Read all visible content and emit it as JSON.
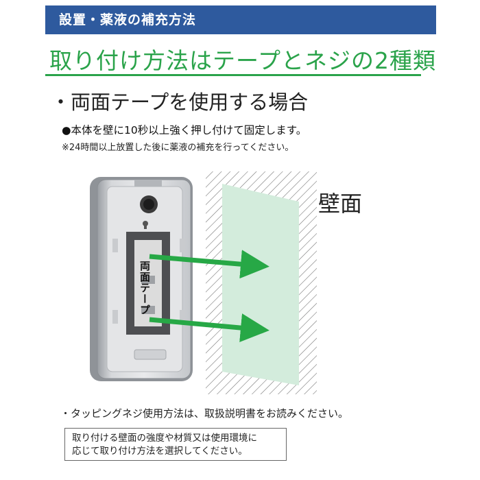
{
  "header": {
    "title": "設置・薬液の補充方法"
  },
  "headline": "取り付け方法はテープとネジの2種類",
  "tape_section": {
    "heading": "・両面テープを使用する場合",
    "instruction": "●本体を壁に10秒以上強く押し付けて固定します。",
    "note": "※24時間以上放置した後に薬液の補充を行ってください。"
  },
  "illustration": {
    "tape_label": "両面テープ",
    "wall_label": "壁面"
  },
  "screw_section": {
    "text": "・タッピングネジ使用方法は、取扱説明書をお読みください。"
  },
  "notice": {
    "line1": "取り付ける壁面の強度や材質又は使用環境に",
    "line2": "応じて取り付け方法を選択してください。"
  },
  "colors": {
    "header_bg": "#2e5a9e",
    "accent_green": "#2aa34a",
    "wall_panel": "#d3ecdc",
    "arrow_green": "#27a846"
  }
}
